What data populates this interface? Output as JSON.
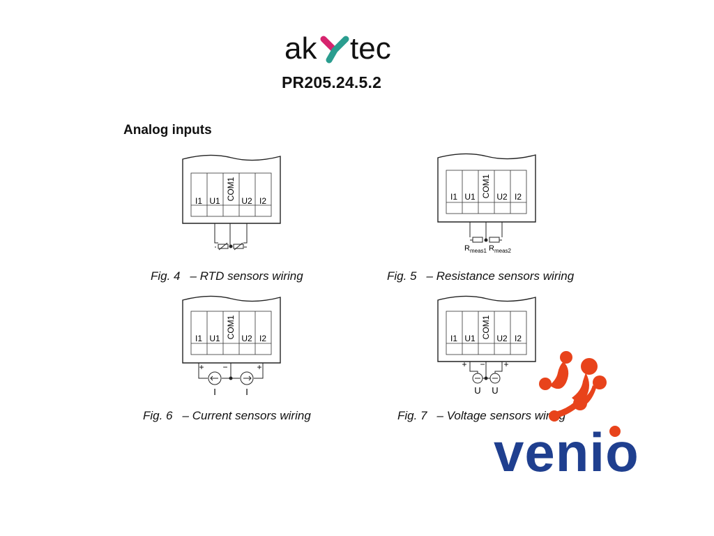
{
  "brand": {
    "name": "akytec"
  },
  "model": "PR205.24.5.2",
  "section_title": "Analog inputs",
  "terminal_labels": [
    "I1",
    "U1",
    "COM1",
    "U2",
    "I2"
  ],
  "figures": [
    {
      "number": "Fig. 4",
      "caption": "– RTD sensors wiring"
    },
    {
      "number": "Fig. 5",
      "caption": "– Resistance sensors wiring",
      "labels": {
        "r1_main": "R",
        "r1_sub": "meas1",
        "r2_main": "R",
        "r2_sub": "meas2"
      }
    },
    {
      "number": "Fig. 6",
      "caption": "– Current sensors wiring",
      "labels": {
        "plus": "+",
        "minus": "−",
        "source": "I"
      }
    },
    {
      "number": "Fig. 7",
      "caption": "– Voltage sensors wiring",
      "labels": {
        "plus": "+",
        "minus": "−",
        "source": "U"
      }
    }
  ],
  "watermark": {
    "name": "venio"
  },
  "colors": {
    "akytec_teal": "#2a9d8f",
    "akytec_magenta": "#d6246e",
    "venio_blue": "#1f3f8f",
    "venio_orange": "#e8431b"
  }
}
